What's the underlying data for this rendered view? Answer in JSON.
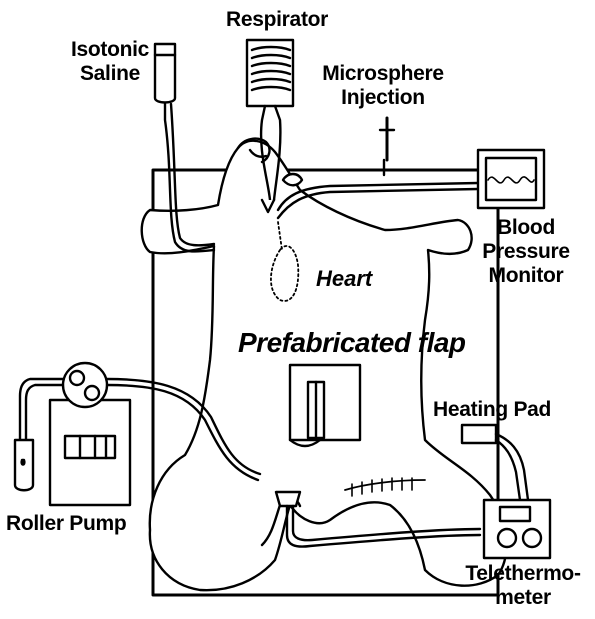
{
  "labels": {
    "isotonic_saline": [
      "Isotonic",
      "Saline"
    ],
    "respirator": "Respirator",
    "microsphere_injection": [
      "Microsphere",
      "Injection"
    ],
    "blood_pressure_monitor": [
      "Blood",
      "Pressure",
      "Monitor"
    ],
    "heart": "Heart",
    "prefabricated_flap": "Prefabricated flap",
    "heating_pad": "Heating Pad",
    "roller_pump": "Roller Pump",
    "telethermometer": [
      "Telethermo-",
      "meter"
    ]
  }
}
